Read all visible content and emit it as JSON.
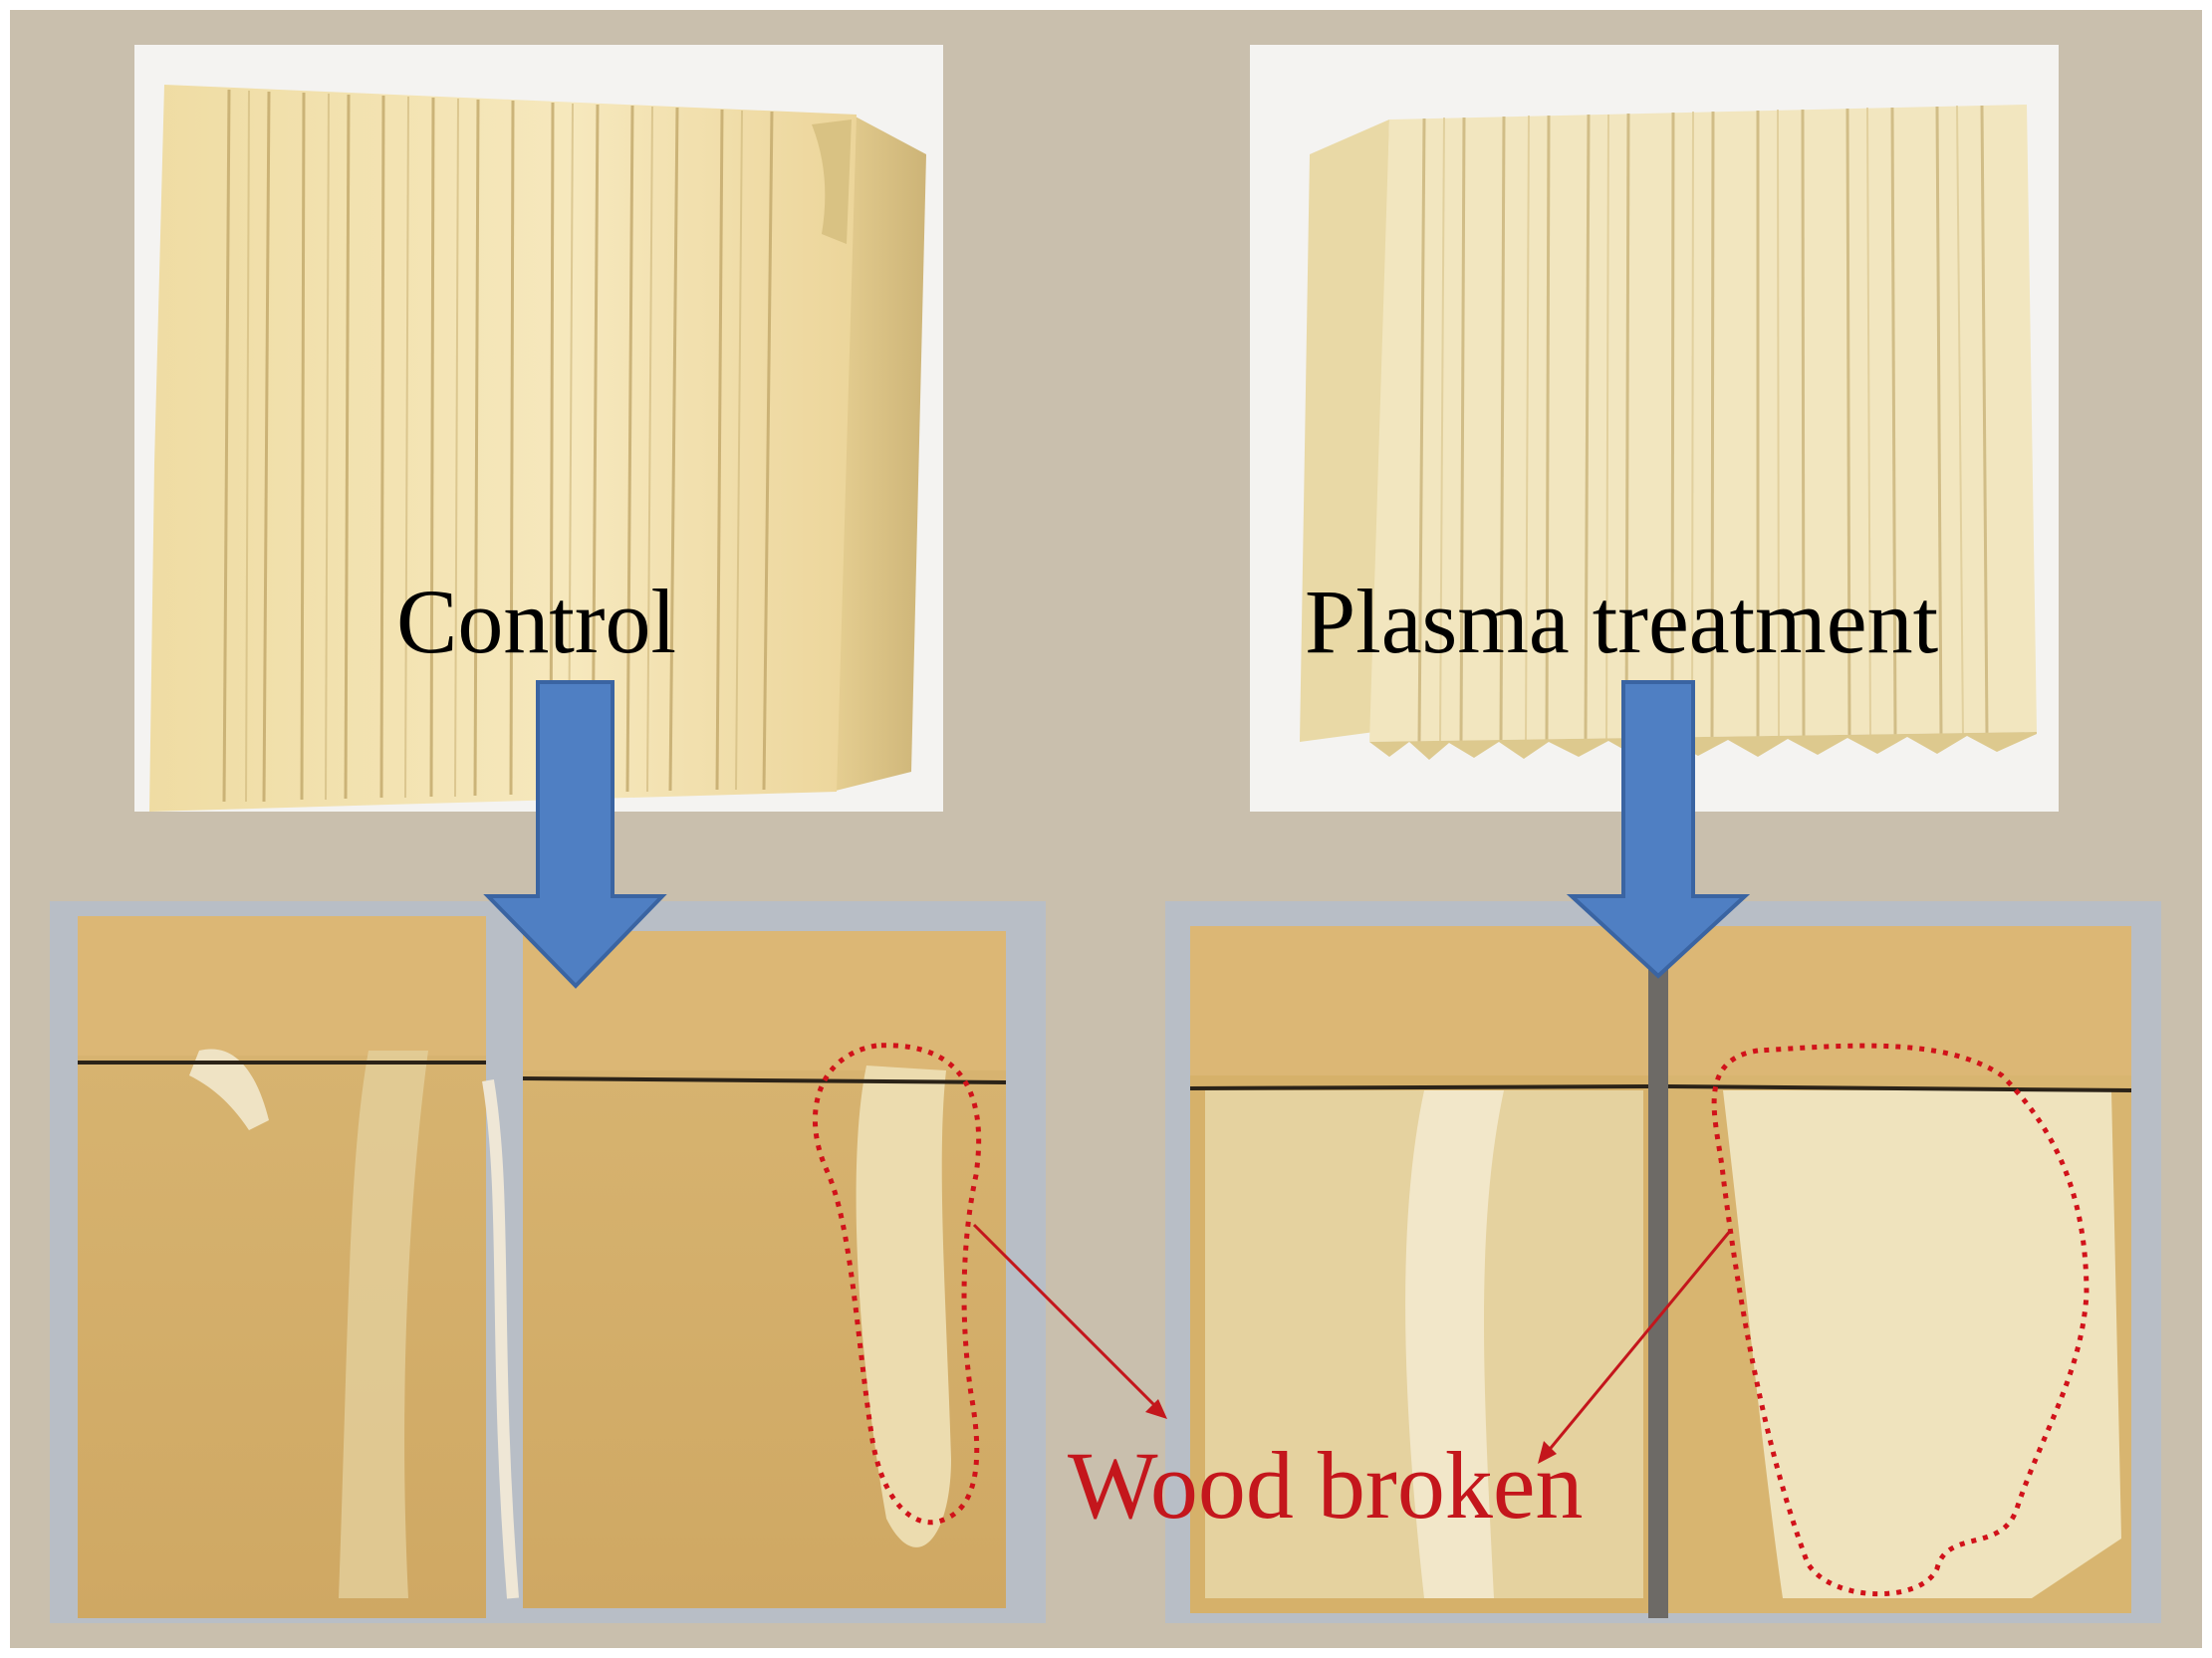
{
  "figure": {
    "labels": {
      "control": "Control",
      "plasma_treatment": "Plasma treatment",
      "wood_broken": "Wood broken"
    },
    "colors": {
      "background": "#c9bfad",
      "arrow_fill": "#4f7fc3",
      "arrow_stroke": "#3a64a2",
      "annotation_red": "#c4161c",
      "wood_light": "#f1e2ad",
      "wood_dark": "#d8b671"
    },
    "photos": [
      {
        "name": "control-top",
        "subject": "untreated wood block"
      },
      {
        "name": "plasma-top",
        "subject": "plasma-treated wood block"
      },
      {
        "name": "control-bottom",
        "subject": "control sample after bond test"
      },
      {
        "name": "plasma-bottom",
        "subject": "plasma-treated sample after bond test"
      }
    ]
  }
}
